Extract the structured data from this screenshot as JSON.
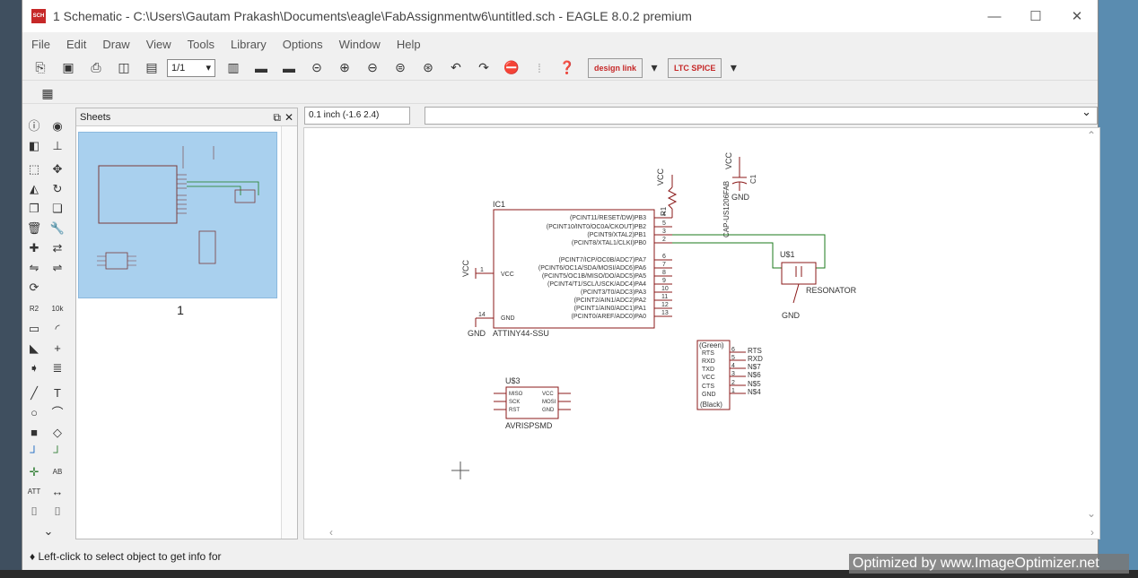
{
  "window": {
    "title": "1 Schematic - C:\\Users\\Gautam Prakash\\Documents\\eagle\\FabAssignmentw6\\untitled.sch - EAGLE 8.0.2 premium",
    "app_icon_text": "SCH",
    "minimize": "—",
    "maximize": "☐",
    "close": "✕"
  },
  "menu": [
    "File",
    "Edit",
    "Draw",
    "View",
    "Tools",
    "Library",
    "Options",
    "Window",
    "Help"
  ],
  "toolbar": {
    "sheet_select": "1/1",
    "design_link_label": "design link",
    "ltc_spice_label": "LTC SPICE"
  },
  "sheets_panel": {
    "title": "Sheets",
    "sheet_number": "1"
  },
  "coord_readout": "0.1 inch (-1.6 2.4)",
  "status": "♦ Left-click to select object to get info for",
  "watermark": "Optimized by www.ImageOptimizer.net",
  "schematic": {
    "ic1_name": "IC1",
    "ic1_value": "ATTINY44-SSU",
    "ic1_pins_right": [
      "(PCINT11/RESET/DW)PB3",
      "(PCINT10/INT0/OC0A/CKOUT)PB2",
      "(PCINT9/XTAL2)PB1",
      "(PCINT8/XTAL1/CLKI)PB0",
      "(PCINT7/ICP/OC0B/ADC7)PA7",
      "(PCINT6/OC1A/SDA/MOSI/ADC6)PA6",
      "(PCINT5/OC1B/MISO/DO/ADC5)PA5",
      "(PCINT4/T1/SCL/USCK/ADC4)PA4",
      "(PCINT3/T0/ADC3)PA3",
      "(PCINT2/AIN1/ADC2)PA2",
      "(PCINT1/AIN0/ADC1)PA1",
      "(PCINT0/AREF/ADC0)PA0"
    ],
    "ic1_pin_numbers": [
      "4",
      "5",
      "3",
      "2",
      "6",
      "7",
      "8",
      "9",
      "10",
      "11",
      "12",
      "13"
    ],
    "vcc_label": "VCC",
    "gnd_label": "GND",
    "pin_vcc_num": "1",
    "pin_gnd_num": "14",
    "r1_name": "R1",
    "c1_name": "C1",
    "c1_value": "CAP-US1206FAB",
    "resonator_name": "U$1",
    "resonator_value": "RESONATOR",
    "ftdi_top": "(Green)",
    "ftdi_bottom": "(Black)",
    "ftdi_pins": [
      "RTS",
      "RXD",
      "TXD",
      "VCC",
      "CTS",
      "GND"
    ],
    "ftdi_nets": [
      "RTS",
      "RXD",
      "N$7",
      "N$6",
      "N$5",
      "N$4"
    ],
    "ftdi_pin_nums": [
      "6",
      "5",
      "4",
      "3",
      "2",
      "1"
    ],
    "isp_name": "U$3",
    "isp_value": "AVRISPSMD",
    "isp_left": [
      "MISO",
      "SCK",
      "RST"
    ],
    "isp_right": [
      "VCC",
      "MOSI",
      "GND"
    ]
  }
}
